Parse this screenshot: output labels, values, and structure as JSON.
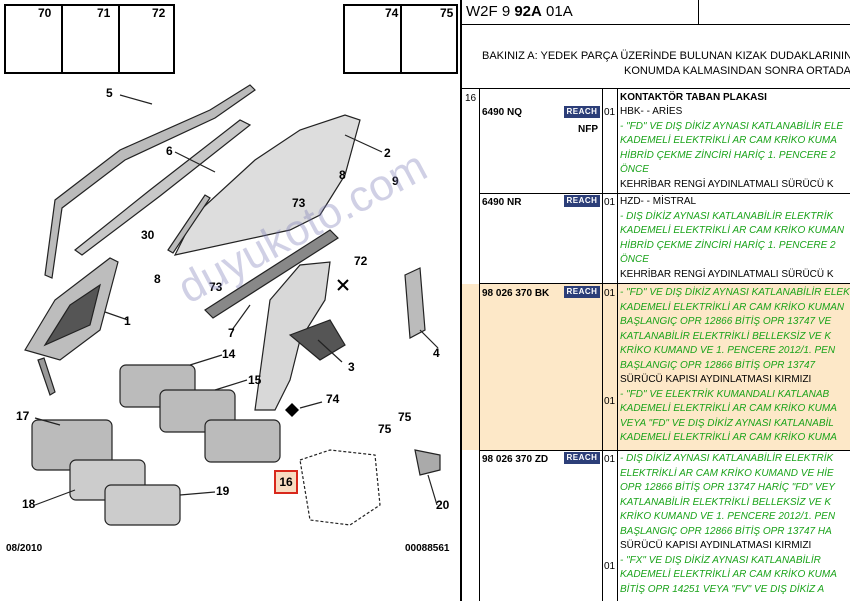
{
  "diagram": {
    "callouts": {
      "c1": "1",
      "c2": "2",
      "c3": "3",
      "c4": "4",
      "c5": "5",
      "c6": "6",
      "c7": "7",
      "c8a": "8",
      "c8b": "8",
      "c9": "9",
      "c14": "14",
      "c15": "15",
      "c16": "16",
      "c17": "17",
      "c18": "18",
      "c19": "19",
      "c20": "20",
      "c30": "30",
      "c72": "72",
      "c73a": "73",
      "c73b": "73",
      "c74": "74",
      "c75a": "75",
      "c75b": "75"
    },
    "top_boxes": {
      "b70": "70",
      "b71": "71",
      "b72": "72",
      "b74": "74",
      "b75": "75"
    },
    "date_stamp": "08/2010",
    "code_stamp": "00088561"
  },
  "header": {
    "title_pre": "W2F 9 ",
    "title_bold": "92A",
    "title_post": " 01A",
    "note_line1": "BAKINIZ A: YEDEK PARÇA ÜZERİNDE BULUNAN KIZAK DUDAKLARININ (",
    "note_line2": "KONUMDA KALMASINDAN SONRA ORTADA"
  },
  "parts": {
    "group_no": "16",
    "group_title": "KONTAKTÖR TABAN PLAKASI",
    "reach_label": "REACH",
    "nfp_label": "NFP",
    "p1": {
      "ref": "6490 NQ",
      "qty": "01",
      "l1": "HBK- - ARİES",
      "l2": "- \"FD\" VE DIŞ DİKİZ AYNASI KATLANABİLİR ELE",
      "l3": "KADEMELİ ELEKTRİKLİ AR CAM KRİKO KUMA",
      "l4": "HİBRİD ÇEKME ZİNCİRİ HARİÇ 1. PENCERE 2",
      "l5": "ÖNCE",
      "l6": "KEHRİBAR RENGİ AYDINLATMALI SÜRÜCÜ K"
    },
    "p2": {
      "ref": "6490 NR",
      "qty": "01",
      "l1": "HZD- - MİSTRAL",
      "l2": "- DIŞ DİKİZ AYNASI KATLANABİLİR ELEKTRİK",
      "l3": "KADEMELİ ELEKTRİKLİ AR CAM KRİKO KUMAN",
      "l4": "HİBRİD ÇEKME ZİNCİRİ HARİÇ 1. PENCERE 2",
      "l5": "ÖNCE",
      "l6": "KEHRİBAR RENGİ AYDINLATMALI SÜRÜCÜ K"
    },
    "p3": {
      "ref": "98 026 370 BK",
      "qty1": "01",
      "qty2": "01",
      "l1": "- \"FD\" VE DIŞ DİKİZ AYNASI KATLANABİLİR ELEK",
      "l2": "KADEMELİ ELEKTRİKLİ AR CAM KRİKO KUMAN",
      "l3": "BAŞLANGIÇ OPR 12866 BİTİŞ OPR 13747 VE",
      "l4": "KATLANABİLİR ELEKTRİKLİ BELLEKSİZ VE K",
      "l5": "KRİKO KUMAND VE 1. PENCERE 2012/1. PEN",
      "l6": "BAŞLANGIÇ OPR 12866 BİTİŞ OPR 13747",
      "l7": "SÜRÜCÜ KAPISI AYDINLATMASI KIRMIZI",
      "l8": "- \"FD\" VE ELEKTRİK KUMANDALI KATLANAB",
      "l9": "KADEMELİ ELEKTRİKLİ AR CAM KRİKO KUMA",
      "l10": "VEYA \"FD\" VE DIŞ DİKİZ AYNASI KATLANABİL",
      "l11": "KADEMELİ ELEKTRİKLİ AR CAM KRİKO KUMA"
    },
    "p4": {
      "ref": "98 026 370 ZD",
      "qty1": "01",
      "qty2": "01",
      "l1": "- DIŞ DİKİZ AYNASI KATLANABİLİR ELEKTRİK",
      "l2": "ELEKTRİKLİ AR CAM KRİKO KUMAND VE HİE",
      "l3": "OPR 12866 BİTİŞ OPR 13747 HARİÇ \"FD\" VEY",
      "l4": "KATLANABİLİR ELEKTRİKLİ BELLEKSİZ VE K",
      "l5": "KRİKO KUMAND VE 1. PENCERE 2012/1. PEN",
      "l6": "BAŞLANGIÇ OPR 12866 BİTİŞ OPR 13747 HA",
      "l7": "SÜRÜCÜ KAPISI AYDINLATMASI KIRMIZI",
      "l8": "- \"FX\" VE DIŞ DİKİZ AYNASI KATLANABİLİR",
      "l9": "KADEMELİ ELEKTRİKLİ AR CAM KRİKO KUMA",
      "l10": "BİTİŞ OPR 14251 VEYA \"FV\" VE DIŞ DİKİZ A"
    }
  },
  "watermark": "duyukoto.com"
}
